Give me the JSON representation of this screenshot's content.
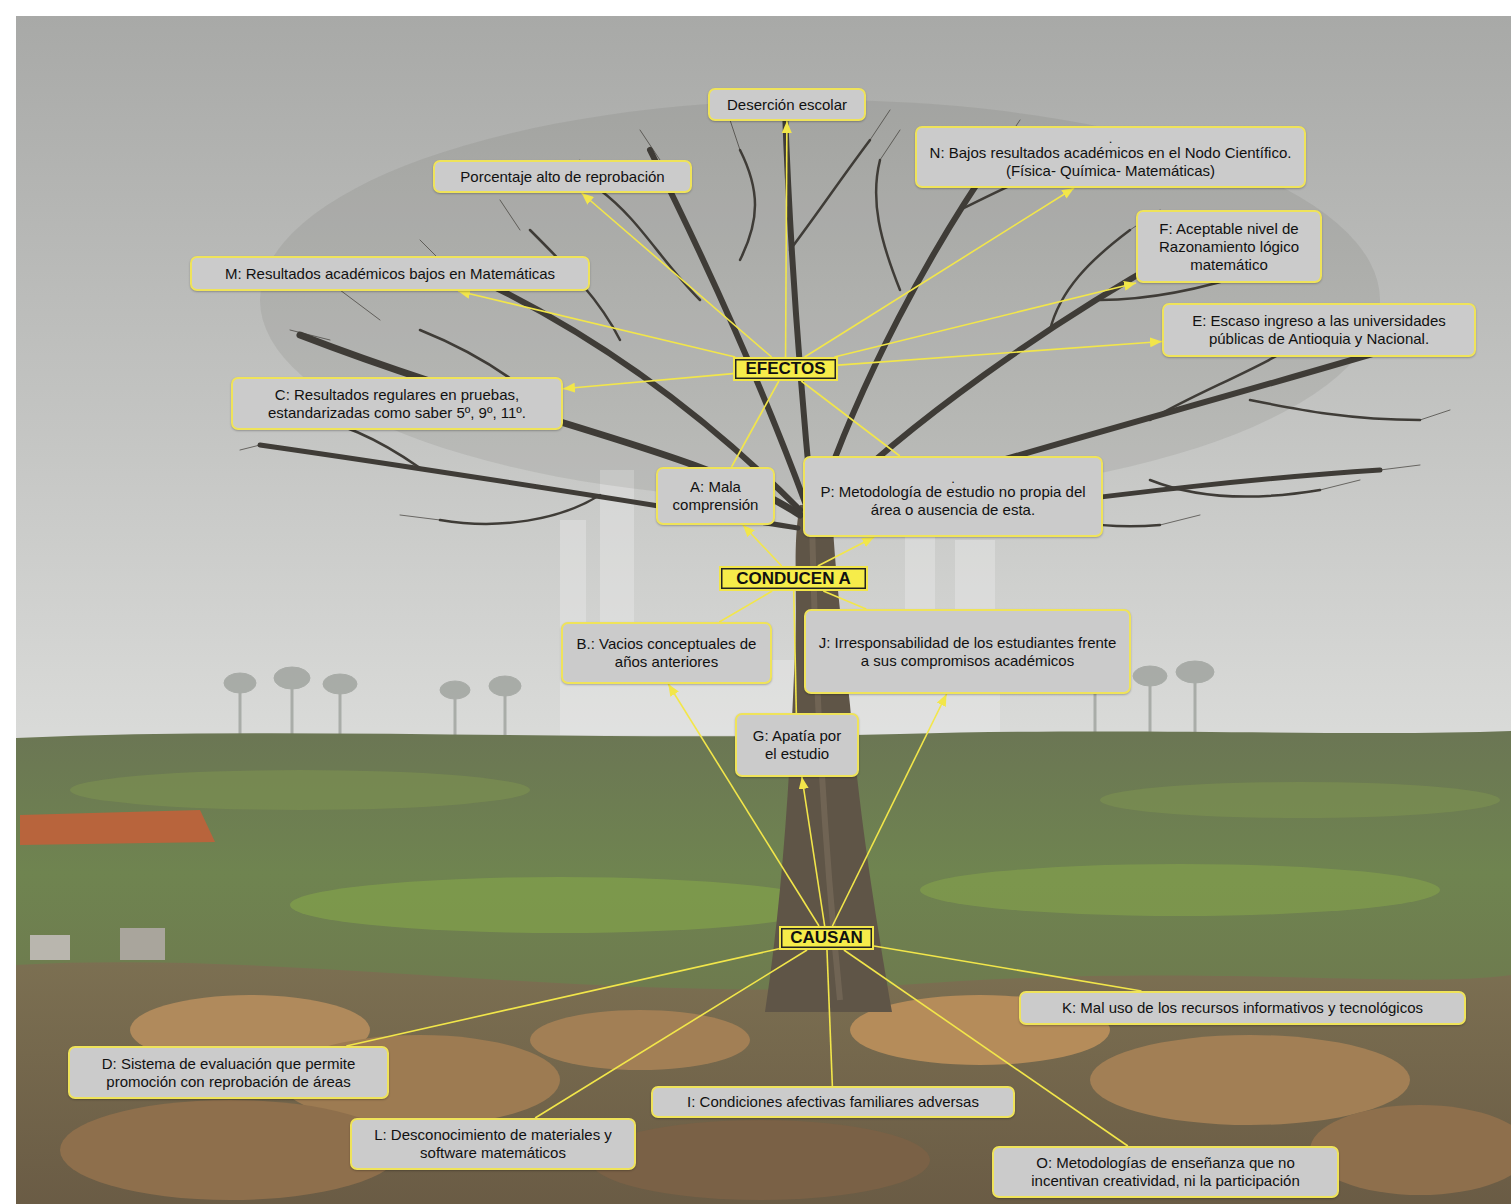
{
  "diagram": {
    "nodes": [
      {
        "text": [
          "Deserción escolar"
        ]
      },
      {
        "text": [
          ".",
          "N: Bajos resultados académicos en el Nodo Científico. (Física- Química- Matemáticas)"
        ]
      },
      {
        "text": [
          "Porcentaje alto de reprobación"
        ]
      },
      {
        "text": [
          "F: Aceptable nivel de Razonamiento lógico matemático"
        ]
      },
      {
        "text": [
          "M: Resultados académicos bajos en Matemáticas"
        ]
      },
      {
        "text": [
          "E: Escaso ingreso a las universidades públicas de Antioquia y Nacional."
        ]
      },
      {
        "text": [
          "EFECTOS"
        ]
      },
      {
        "text": [
          "C: Resultados regulares en pruebas, estandarizadas como saber 5º, 9º, 11º."
        ]
      },
      {
        "text": [
          "A: Mala comprensión"
        ]
      },
      {
        "text": [
          ".",
          "P: Metodología de estudio no propia del área o ausencia de esta."
        ]
      },
      {
        "text": [
          "CONDUCEN A"
        ]
      },
      {
        "text": [
          "B.: Vacios conceptuales de años anteriores"
        ]
      },
      {
        "text": [
          "J: Irresponsabilidad de los estudiantes frente a sus compromisos académicos"
        ]
      },
      {
        "text": [
          "G: Apatía por el estudio"
        ]
      },
      {
        "text": [
          "CAUSAN"
        ]
      },
      {
        "text": [
          "K: Mal uso de los recursos informativos y tecnológicos"
        ]
      },
      {
        "text": [
          "D: Sistema de evaluación que permite promoción con reprobación de áreas"
        ]
      },
      {
        "text": [
          "I: Condiciones afectivas familiares adversas"
        ]
      },
      {
        "text": [
          "L: Desconocimiento de materiales y software matemáticos"
        ]
      },
      {
        "text": [
          "O: Metodologías de enseñanza que no incentivan creatividad, ni la participación"
        ]
      }
    ],
    "edges": [
      {
        "from": 6,
        "to": 0,
        "arrow": "to"
      },
      {
        "from": 6,
        "to": 1,
        "arrow": "to"
      },
      {
        "from": 6,
        "to": 2,
        "arrow": "to"
      },
      {
        "from": 6,
        "to": 3,
        "arrow": "to"
      },
      {
        "from": 6,
        "to": 4,
        "arrow": "to"
      },
      {
        "from": 6,
        "to": 5,
        "arrow": "to"
      },
      {
        "from": 6,
        "to": 7,
        "arrow": "to"
      },
      {
        "from": 8,
        "to": 6,
        "arrow": "none"
      },
      {
        "from": 9,
        "to": 6,
        "arrow": "none"
      },
      {
        "from": 10,
        "to": 8,
        "arrow": "to"
      },
      {
        "from": 10,
        "to": 9,
        "arrow": "to"
      },
      {
        "from": 11,
        "to": 10,
        "arrow": "none"
      },
      {
        "from": 12,
        "to": 10,
        "arrow": "none"
      },
      {
        "from": 13,
        "to": 10,
        "arrow": "none"
      },
      {
        "from": 14,
        "to": 11,
        "arrow": "to"
      },
      {
        "from": 14,
        "to": 12,
        "arrow": "to"
      },
      {
        "from": 14,
        "to": 13,
        "arrow": "to"
      },
      {
        "from": 16,
        "to": 14,
        "arrow": "none"
      },
      {
        "from": 18,
        "to": 14,
        "arrow": "none"
      },
      {
        "from": 17,
        "to": 14,
        "arrow": "none"
      },
      {
        "from": 19,
        "to": 14,
        "arrow": "none"
      },
      {
        "from": 15,
        "to": 14,
        "arrow": "none"
      }
    ]
  }
}
